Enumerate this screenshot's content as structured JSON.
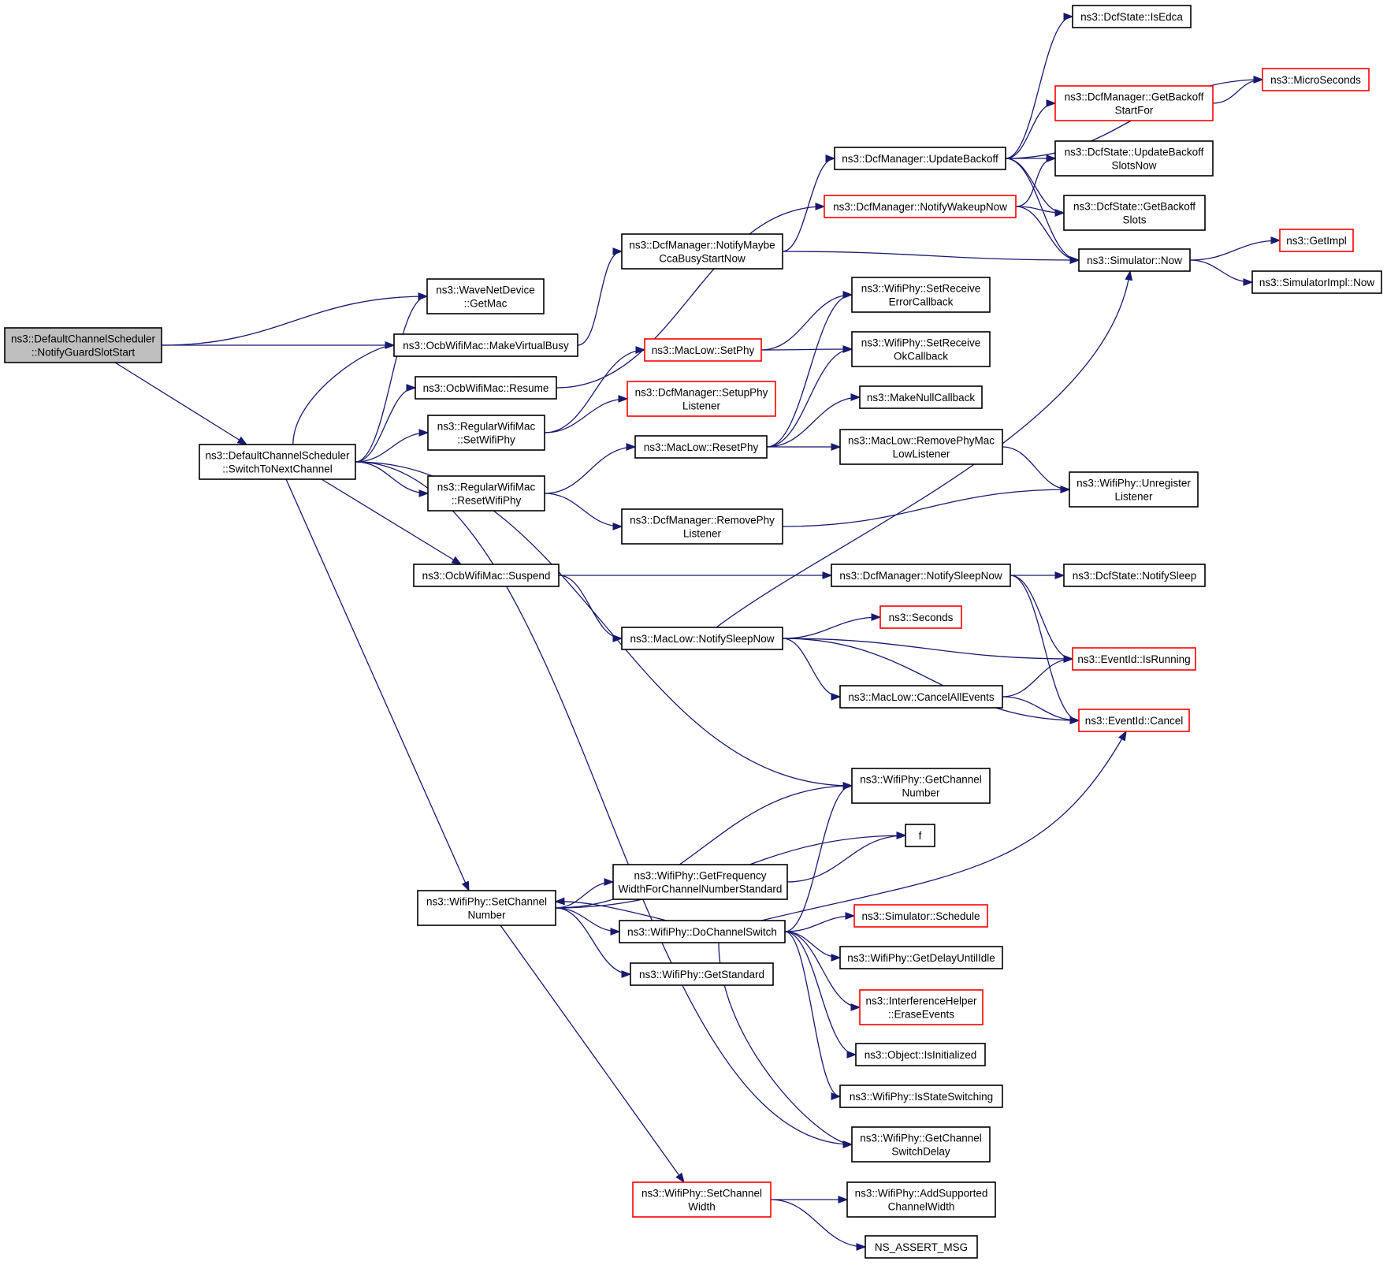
{
  "nodes": [
    {
      "id": "root",
      "lines": [
        "ns3::DefaultChannelScheduler",
        "::NotifyGuardSlotStart"
      ],
      "style": "root"
    },
    {
      "id": "switchToNext",
      "lines": [
        "ns3::DefaultChannelScheduler",
        "::SwitchToNextChannel"
      ],
      "style": "normal"
    },
    {
      "id": "waveGetMac",
      "lines": [
        "ns3::WaveNetDevice",
        "::GetMac"
      ],
      "style": "normal"
    },
    {
      "id": "makeVirtualBusy",
      "lines": [
        "ns3::OcbWifiMac::MakeVirtualBusy"
      ],
      "style": "normal"
    },
    {
      "id": "resume",
      "lines": [
        "ns3::OcbWifiMac::Resume"
      ],
      "style": "normal"
    },
    {
      "id": "setWifiPhy",
      "lines": [
        "ns3::RegularWifiMac",
        "::SetWifiPhy"
      ],
      "style": "normal"
    },
    {
      "id": "resetWifiPhy",
      "lines": [
        "ns3::RegularWifiMac",
        "::ResetWifiPhy"
      ],
      "style": "normal"
    },
    {
      "id": "suspend",
      "lines": [
        "ns3::OcbWifiMac::Suspend"
      ],
      "style": "normal"
    },
    {
      "id": "setChannelNumber",
      "lines": [
        "ns3::WifiPhy::SetChannel",
        "Number"
      ],
      "style": "normal"
    },
    {
      "id": "notifyMaybeCca",
      "lines": [
        "ns3::DcfManager::NotifyMaybe",
        "CcaBusyStartNow"
      ],
      "style": "normal"
    },
    {
      "id": "macLowSetPhy",
      "lines": [
        "ns3::MacLow::SetPhy"
      ],
      "style": "red"
    },
    {
      "id": "setupPhyListener",
      "lines": [
        "ns3::DcfManager::SetupPhy",
        "Listener"
      ],
      "style": "red"
    },
    {
      "id": "macLowResetPhy",
      "lines": [
        "ns3::MacLow::ResetPhy"
      ],
      "style": "normal"
    },
    {
      "id": "removePhyListener",
      "lines": [
        "ns3::DcfManager::RemovePhy",
        "Listener"
      ],
      "style": "normal"
    },
    {
      "id": "macLowNotifySleep",
      "lines": [
        "ns3::MacLow::NotifySleepNow"
      ],
      "style": "normal"
    },
    {
      "id": "getFreqWidth",
      "lines": [
        "ns3::WifiPhy::GetFrequency",
        "WidthForChannelNumberStandard"
      ],
      "style": "normal"
    },
    {
      "id": "doChannelSwitch",
      "lines": [
        "ns3::WifiPhy::DoChannelSwitch"
      ],
      "style": "normal"
    },
    {
      "id": "getStandard",
      "lines": [
        "ns3::WifiPhy::GetStandard"
      ],
      "style": "normal"
    },
    {
      "id": "setChannelWidth",
      "lines": [
        "ns3::WifiPhy::SetChannel",
        "Width"
      ],
      "style": "red"
    },
    {
      "id": "updateBackoff",
      "lines": [
        "ns3::DcfManager::UpdateBackoff"
      ],
      "style": "normal"
    },
    {
      "id": "notifyWakeup",
      "lines": [
        "ns3::DcfManager::NotifyWakeupNow"
      ],
      "style": "red"
    },
    {
      "id": "setRxErrCb",
      "lines": [
        "ns3::WifiPhy::SetReceive",
        "ErrorCallback"
      ],
      "style": "normal"
    },
    {
      "id": "setRxOkCb",
      "lines": [
        "ns3::WifiPhy::SetReceive",
        "OkCallback"
      ],
      "style": "normal"
    },
    {
      "id": "makeNullCb",
      "lines": [
        "ns3::MakeNullCallback"
      ],
      "style": "normal"
    },
    {
      "id": "removePhyMacLow",
      "lines": [
        "ns3::MacLow::RemovePhyMac",
        "LowListener"
      ],
      "style": "normal"
    },
    {
      "id": "notifySleepNow",
      "lines": [
        "ns3::DcfManager::NotifySleepNow"
      ],
      "style": "normal"
    },
    {
      "id": "seconds",
      "lines": [
        "ns3::Seconds"
      ],
      "style": "red"
    },
    {
      "id": "cancelAllEvents",
      "lines": [
        "ns3::MacLow::CancelAllEvents"
      ],
      "style": "normal"
    },
    {
      "id": "getChannelNumber",
      "lines": [
        "ns3::WifiPhy::GetChannel",
        "Number"
      ],
      "style": "normal"
    },
    {
      "id": "f",
      "lines": [
        "f"
      ],
      "style": "normal"
    },
    {
      "id": "simSchedule",
      "lines": [
        "ns3::Simulator::Schedule"
      ],
      "style": "red"
    },
    {
      "id": "getDelayUntilIdle",
      "lines": [
        "ns3::WifiPhy::GetDelayUntilIdle"
      ],
      "style": "normal"
    },
    {
      "id": "eraseEvents",
      "lines": [
        "ns3::InterferenceHelper",
        "::EraseEvents"
      ],
      "style": "red"
    },
    {
      "id": "isInitialized",
      "lines": [
        "ns3::Object::IsInitialized"
      ],
      "style": "normal"
    },
    {
      "id": "isStateSwitching",
      "lines": [
        "ns3::WifiPhy::IsStateSwitching"
      ],
      "style": "normal"
    },
    {
      "id": "getChannelSwitchDelay",
      "lines": [
        "ns3::WifiPhy::GetChannel",
        "SwitchDelay"
      ],
      "style": "normal"
    },
    {
      "id": "addSupportedWidth",
      "lines": [
        "ns3::WifiPhy::AddSupported",
        "ChannelWidth"
      ],
      "style": "normal"
    },
    {
      "id": "nsAssertMsg",
      "lines": [
        "NS_ASSERT_MSG"
      ],
      "style": "normal"
    },
    {
      "id": "isEdca",
      "lines": [
        "ns3::DcfState::IsEdca"
      ],
      "style": "normal"
    },
    {
      "id": "microSeconds",
      "lines": [
        "ns3::MicroSeconds"
      ],
      "style": "red"
    },
    {
      "id": "getBackoffStartFor",
      "lines": [
        "ns3::DcfManager::GetBackoff",
        "StartFor"
      ],
      "style": "red"
    },
    {
      "id": "updateBackoffSlotsNow",
      "lines": [
        "ns3::DcfState::UpdateBackoff",
        "SlotsNow"
      ],
      "style": "normal"
    },
    {
      "id": "getBackoffSlots",
      "lines": [
        "ns3::DcfState::GetBackoff",
        "Slots"
      ],
      "style": "normal"
    },
    {
      "id": "simNow",
      "lines": [
        "ns3::Simulator::Now"
      ],
      "style": "normal"
    },
    {
      "id": "getImpl",
      "lines": [
        "ns3::GetImpl"
      ],
      "style": "red"
    },
    {
      "id": "simImplNow",
      "lines": [
        "ns3::SimulatorImpl::Now"
      ],
      "style": "normal"
    },
    {
      "id": "unregisterListener",
      "lines": [
        "ns3::WifiPhy::Unregister",
        "Listener"
      ],
      "style": "normal"
    },
    {
      "id": "dcfNotifySleep",
      "lines": [
        "ns3::DcfState::NotifySleep"
      ],
      "style": "normal"
    },
    {
      "id": "eventIsRunning",
      "lines": [
        "ns3::EventId::IsRunning"
      ],
      "style": "red"
    },
    {
      "id": "eventCancel",
      "lines": [
        "ns3::EventId::Cancel"
      ],
      "style": "red"
    }
  ],
  "edges": [
    [
      "root",
      "waveGetMac"
    ],
    [
      "root",
      "makeVirtualBusy"
    ],
    [
      "root",
      "switchToNext"
    ],
    [
      "switchToNext",
      "waveGetMac"
    ],
    [
      "switchToNext",
      "makeVirtualBusy"
    ],
    [
      "switchToNext",
      "resume"
    ],
    [
      "switchToNext",
      "setWifiPhy"
    ],
    [
      "switchToNext",
      "resetWifiPhy"
    ],
    [
      "switchToNext",
      "suspend"
    ],
    [
      "switchToNext",
      "setChannelNumber"
    ],
    [
      "switchToNext",
      "getChannelNumber"
    ],
    [
      "switchToNext",
      "getChannelSwitchDelay"
    ],
    [
      "makeVirtualBusy",
      "notifyMaybeCca"
    ],
    [
      "resume",
      "notifyWakeup"
    ],
    [
      "setWifiPhy",
      "macLowSetPhy"
    ],
    [
      "setWifiPhy",
      "setupPhyListener"
    ],
    [
      "resetWifiPhy",
      "macLowResetPhy"
    ],
    [
      "resetWifiPhy",
      "removePhyListener"
    ],
    [
      "suspend",
      "notifySleepNow"
    ],
    [
      "suspend",
      "macLowNotifySleep"
    ],
    [
      "notifyMaybeCca",
      "updateBackoff"
    ],
    [
      "notifyMaybeCca",
      "simNow"
    ],
    [
      "updateBackoff",
      "isEdca"
    ],
    [
      "updateBackoff",
      "microSeconds"
    ],
    [
      "updateBackoff",
      "getBackoffStartFor"
    ],
    [
      "updateBackoff",
      "updateBackoffSlotsNow"
    ],
    [
      "updateBackoff",
      "getBackoffSlots"
    ],
    [
      "updateBackoff",
      "simNow"
    ],
    [
      "getBackoffStartFor",
      "microSeconds"
    ],
    [
      "notifyWakeup",
      "updateBackoffSlotsNow"
    ],
    [
      "notifyWakeup",
      "getBackoffSlots"
    ],
    [
      "notifyWakeup",
      "simNow"
    ],
    [
      "simNow",
      "getImpl"
    ],
    [
      "simNow",
      "simImplNow"
    ],
    [
      "macLowSetPhy",
      "setRxErrCb"
    ],
    [
      "macLowSetPhy",
      "setRxOkCb"
    ],
    [
      "macLowResetPhy",
      "setRxErrCb"
    ],
    [
      "macLowResetPhy",
      "setRxOkCb"
    ],
    [
      "macLowResetPhy",
      "makeNullCb"
    ],
    [
      "macLowResetPhy",
      "removePhyMacLow"
    ],
    [
      "removePhyMacLow",
      "unregisterListener"
    ],
    [
      "removePhyListener",
      "unregisterListener"
    ],
    [
      "notifySleepNow",
      "dcfNotifySleep"
    ],
    [
      "notifySleepNow",
      "eventIsRunning"
    ],
    [
      "notifySleepNow",
      "eventCancel"
    ],
    [
      "macLowNotifySleep",
      "simNow"
    ],
    [
      "macLowNotifySleep",
      "seconds"
    ],
    [
      "macLowNotifySleep",
      "eventIsRunning"
    ],
    [
      "macLowNotifySleep",
      "cancelAllEvents"
    ],
    [
      "macLowNotifySleep",
      "eventCancel"
    ],
    [
      "cancelAllEvents",
      "eventIsRunning"
    ],
    [
      "cancelAllEvents",
      "eventCancel"
    ],
    [
      "setChannelNumber",
      "getChannelNumber"
    ],
    [
      "setChannelNumber",
      "f"
    ],
    [
      "setChannelNumber",
      "getFreqWidth"
    ],
    [
      "setChannelNumber",
      "doChannelSwitch"
    ],
    [
      "setChannelNumber",
      "getStandard"
    ],
    [
      "setChannelNumber",
      "setChannelWidth"
    ],
    [
      "getFreqWidth",
      "f"
    ],
    [
      "doChannelSwitch",
      "setChannelNumber"
    ],
    [
      "doChannelSwitch",
      "getChannelNumber"
    ],
    [
      "doChannelSwitch",
      "eventCancel"
    ],
    [
      "doChannelSwitch",
      "simSchedule"
    ],
    [
      "doChannelSwitch",
      "getDelayUntilIdle"
    ],
    [
      "doChannelSwitch",
      "eraseEvents"
    ],
    [
      "doChannelSwitch",
      "isInitialized"
    ],
    [
      "doChannelSwitch",
      "isStateSwitching"
    ],
    [
      "doChannelSwitch",
      "getChannelSwitchDelay"
    ],
    [
      "setChannelWidth",
      "addSupportedWidth"
    ],
    [
      "setChannelWidth",
      "nsAssertMsg"
    ]
  ]
}
